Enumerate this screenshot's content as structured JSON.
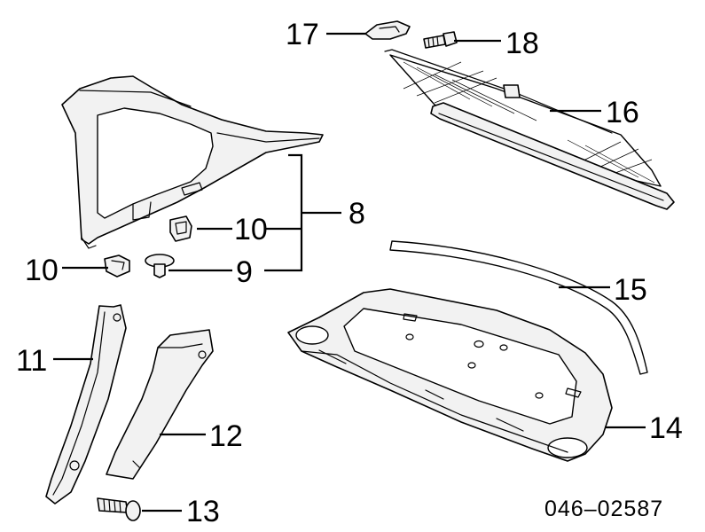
{
  "callouts": {
    "c8": "8",
    "c9": "9",
    "c10a": "10",
    "c10b": "10",
    "c11": "11",
    "c12": "12",
    "c13": "13",
    "c14": "14",
    "c15": "15",
    "c16": "16",
    "c17": "17",
    "c18": "18"
  },
  "diagram_code": "046–02587"
}
